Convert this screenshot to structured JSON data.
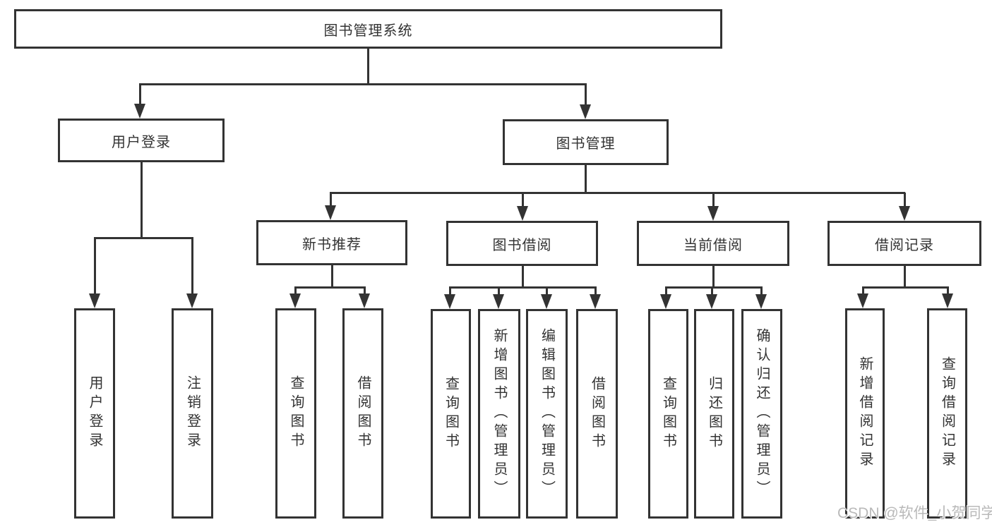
{
  "diagram_title": "图书管理系统",
  "watermark": "CSDN @软件_小贺同学",
  "colors": {
    "line": "#333333",
    "text": "#333333",
    "background": "#ffffff",
    "watermark": "#b9b9b9"
  },
  "tree": {
    "label": "图书管理系统",
    "children": [
      {
        "label": "用户登录",
        "children": [
          {
            "label": "用户登录"
          },
          {
            "label": "注销登录"
          }
        ]
      },
      {
        "label": "图书管理",
        "children": [
          {
            "label": "新书推荐",
            "children": [
              {
                "label": "查询图书"
              },
              {
                "label": "借阅图书"
              }
            ]
          },
          {
            "label": "图书借阅",
            "children": [
              {
                "label": "查询图书"
              },
              {
                "label": "新增图书（管理员）"
              },
              {
                "label": "编辑图书（管理员）"
              },
              {
                "label": "借阅图书"
              }
            ]
          },
          {
            "label": "当前借阅",
            "children": [
              {
                "label": "查询图书"
              },
              {
                "label": "归还图书"
              },
              {
                "label": "确认归还（管理员）"
              }
            ]
          },
          {
            "label": "借阅记录",
            "children": [
              {
                "label": "新增借阅记录"
              },
              {
                "label": "查询借阅记录"
              }
            ]
          }
        ]
      }
    ]
  }
}
